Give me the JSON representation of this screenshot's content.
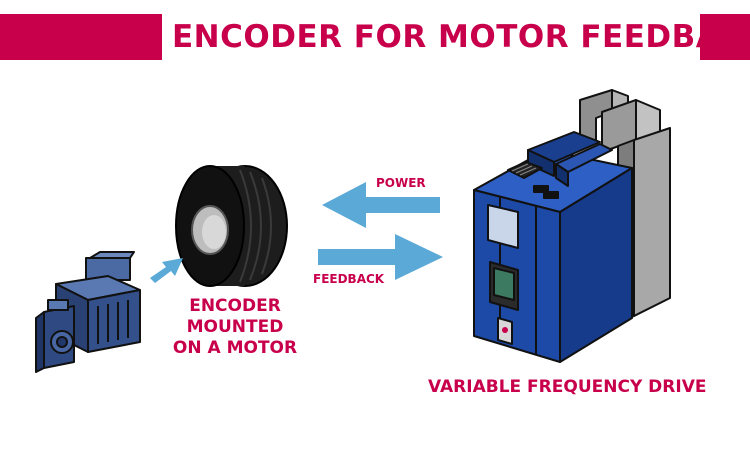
{
  "title": "ENCODER FOR MOTOR FEEDBACK",
  "labels": {
    "encoder_line1": "ENCODER",
    "encoder_line2": "MOUNTED",
    "encoder_line3": "ON A MOTOR",
    "power": "POWER",
    "feedback": "FEEDBACK",
    "vfd": "VARIABLE FREQUENCY DRIVE"
  },
  "colors": {
    "accent": "#c8004b",
    "arrow": "#5aa9d6",
    "drive_blue": "#1c4aa6",
    "motor_blue": "#34508a",
    "rail_gray": "#9a9a9a"
  },
  "icons": [
    "motor-icon",
    "encoder-icon",
    "variable-frequency-drive-icon",
    "arrow-left-icon",
    "arrow-right-icon",
    "arrow-up-right-icon"
  ]
}
